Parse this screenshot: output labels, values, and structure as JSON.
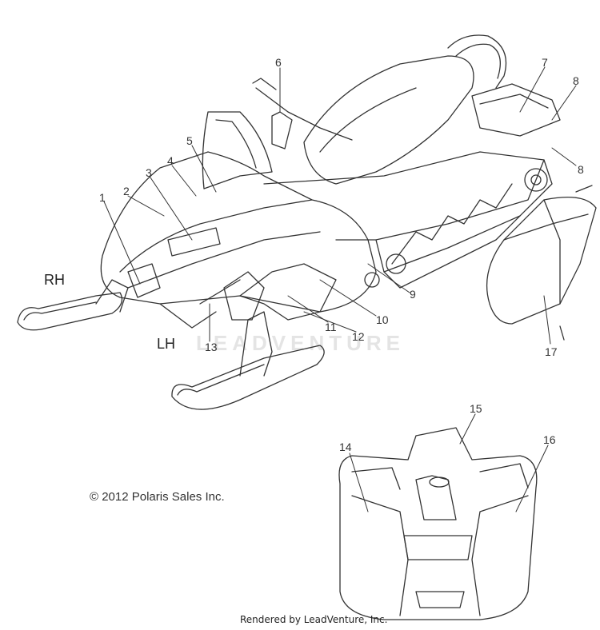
{
  "diagram": {
    "watermark": "LEADVENTURE",
    "side_labels": {
      "rh": "RH",
      "lh": "LH"
    },
    "callouts": [
      "1",
      "2",
      "3",
      "4",
      "5",
      "6",
      "7",
      "8",
      "8",
      "9",
      "10",
      "11",
      "12",
      "13",
      "14",
      "15",
      "16",
      "17"
    ],
    "copyright": "© 2012 Polaris Sales Inc.",
    "rendered_by": "Rendered by LeadVenture, Inc."
  }
}
